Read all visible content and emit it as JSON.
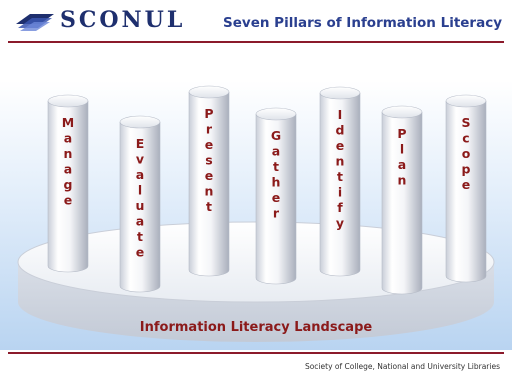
{
  "header": {
    "logo_text": "SCONUL",
    "title": "Seven Pillars of Information Literacy"
  },
  "diagram": {
    "base_label": "Information Literacy Landscape",
    "pillars": [
      {
        "name": "Manage",
        "letters": [
          "M",
          "a",
          "n",
          "a",
          "g",
          "e"
        ]
      },
      {
        "name": "Evaluate",
        "letters": [
          "E",
          "v",
          "a",
          "l",
          "u",
          "a",
          "t",
          "e"
        ]
      },
      {
        "name": "Present",
        "letters": [
          "P",
          "r",
          "e",
          "s",
          "e",
          "n",
          "t"
        ]
      },
      {
        "name": "Gather",
        "letters": [
          "G",
          "a",
          "t",
          "h",
          "e",
          "r"
        ]
      },
      {
        "name": "Identify",
        "letters": [
          "I",
          "d",
          "e",
          "n",
          "t",
          "i",
          "f",
          "y"
        ]
      },
      {
        "name": "Plan",
        "letters": [
          "P",
          "l",
          "a",
          "n"
        ]
      },
      {
        "name": "Scope",
        "letters": [
          "S",
          "c",
          "o",
          "p",
          "e"
        ]
      }
    ]
  },
  "footer": {
    "text": "Society of College, National and University Libraries"
  },
  "colors": {
    "accent": "#8b1a2b",
    "title": "#2a3f8f",
    "pillar_text": "#8b1a1a"
  }
}
